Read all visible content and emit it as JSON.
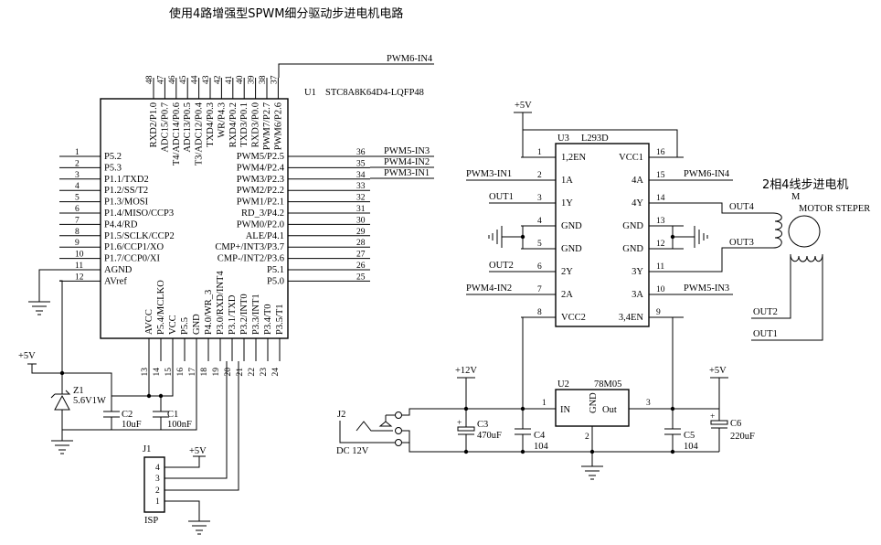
{
  "title": "使用4路增强型SPWM细分驱动步进电机电路",
  "u1": {
    "ref": "U1",
    "part": "STC8A8K64D4-LQFP48",
    "left": [
      {
        "num": "1",
        "label": "P5.2"
      },
      {
        "num": "2",
        "label": "P5.3"
      },
      {
        "num": "3",
        "label": "P1.1/TXD2"
      },
      {
        "num": "4",
        "label": "P1.2/SS/T2"
      },
      {
        "num": "5",
        "label": "P1.3/MOSI"
      },
      {
        "num": "6",
        "label": "P1.4/MISO/CCP3"
      },
      {
        "num": "7",
        "label": "P4.4/RD"
      },
      {
        "num": "8",
        "label": "P1.5/SCLK/CCP2"
      },
      {
        "num": "9",
        "label": "P1.6/CCP1/XO"
      },
      {
        "num": "10",
        "label": "P1.7/CCP0/XI"
      },
      {
        "num": "11",
        "label": "AGND"
      },
      {
        "num": "12",
        "label": "AVref"
      }
    ],
    "right": [
      {
        "num": "36",
        "label": "PWM5/P2.5"
      },
      {
        "num": "35",
        "label": "PWM4/P2.4"
      },
      {
        "num": "34",
        "label": "PWM3/P2.3"
      },
      {
        "num": "33",
        "label": "PWM2/P2.2"
      },
      {
        "num": "32",
        "label": "PWM1/P2.1"
      },
      {
        "num": "31",
        "label": "RD_3/P4.2"
      },
      {
        "num": "30",
        "label": "PWM0/P2.0"
      },
      {
        "num": "29",
        "label": "ALE/P4.1"
      },
      {
        "num": "28",
        "label": "CMP+/INT3/P3.7"
      },
      {
        "num": "27",
        "label": "CMP-/INT2/P3.6"
      },
      {
        "num": "26",
        "label": "P5.1"
      },
      {
        "num": "25",
        "label": "P5.0"
      }
    ],
    "top": [
      {
        "num": "48",
        "label": "RXD2/P1.0"
      },
      {
        "num": "47",
        "label": "ADC15/P0.7"
      },
      {
        "num": "46",
        "label": "T4/ADC14/P0.6"
      },
      {
        "num": "45",
        "label": "ADC13/P0.5"
      },
      {
        "num": "44",
        "label": "T3/ADC12/P0.4"
      },
      {
        "num": "43",
        "label": "TXD4/P0.3"
      },
      {
        "num": "42",
        "label": "WR/P4.3"
      },
      {
        "num": "41",
        "label": "RXD4/P0.2"
      },
      {
        "num": "40",
        "label": "TXD3/P0.1"
      },
      {
        "num": "39",
        "label": "RXD3/P0.0"
      },
      {
        "num": "38",
        "label": "PWM7/P2.7"
      },
      {
        "num": "37",
        "label": "PWM6/P2.6"
      }
    ],
    "bottom": [
      {
        "num": "13",
        "label": "AVCC"
      },
      {
        "num": "14",
        "label": "P5.4/MCLKO"
      },
      {
        "num": "15",
        "label": "VCC"
      },
      {
        "num": "16",
        "label": "P5.5"
      },
      {
        "num": "17",
        "label": "GND"
      },
      {
        "num": "18",
        "label": "P4.0/WR_3"
      },
      {
        "num": "19",
        "label": "P3.0/RXD/INT4"
      },
      {
        "num": "20",
        "label": "P3.1/TXD"
      },
      {
        "num": "21",
        "label": "P3.2/INT0"
      },
      {
        "num": "22",
        "label": "P3.3/INT1"
      },
      {
        "num": "23",
        "label": "P3.4/T0"
      },
      {
        "num": "24",
        "label": "P3.5/T1"
      }
    ]
  },
  "u3": {
    "ref": "U3",
    "part": "L293D",
    "left": [
      {
        "num": "1",
        "label": "1,2EN"
      },
      {
        "num": "2",
        "label": "1A"
      },
      {
        "num": "3",
        "label": "1Y"
      },
      {
        "num": "4",
        "label": "GND"
      },
      {
        "num": "5",
        "label": "GND"
      },
      {
        "num": "6",
        "label": "2Y"
      },
      {
        "num": "7",
        "label": "2A"
      },
      {
        "num": "8",
        "label": "VCC2"
      }
    ],
    "right": [
      {
        "num": "16",
        "label": "VCC1"
      },
      {
        "num": "15",
        "label": "4A"
      },
      {
        "num": "14",
        "label": "4Y"
      },
      {
        "num": "13",
        "label": "GND"
      },
      {
        "num": "12",
        "label": "GND"
      },
      {
        "num": "11",
        "label": "3Y"
      },
      {
        "num": "10",
        "label": "3A"
      },
      {
        "num": "9",
        "label": "3,4EN"
      }
    ]
  },
  "u2": {
    "ref": "U2",
    "part": "78M05",
    "in_label": "IN",
    "gnd_label": "GND",
    "out_label": "Out",
    "in_num": "1",
    "gnd_num": "2",
    "out_num": "3"
  },
  "nets": {
    "pwm6_in4": "PWM6-IN4",
    "pwm5_in3": "PWM5-IN3",
    "pwm4_in2": "PWM4-IN2",
    "pwm3_in1": "PWM3-IN1",
    "out1": "OUT1",
    "out2": "OUT2",
    "out3": "OUT3",
    "out4": "OUT4"
  },
  "power": {
    "p5v": "+5V",
    "p12v": "+12V"
  },
  "motor": {
    "title": "2相4线步进电机",
    "ref": "M",
    "name": "MOTOR STEPER"
  },
  "parts": {
    "z1_ref": "Z1",
    "z1_val": "5.6V1W",
    "c2_ref": "C2",
    "c2_val": "10uF",
    "c1_ref": "C1",
    "c1_val": "100nF",
    "c3_ref": "C3",
    "c3_val": "470uF",
    "c4_ref": "C4",
    "c4_val": "104",
    "c5_ref": "C5",
    "c5_val": "104",
    "c6_ref": "C6",
    "c6_val": "220uF",
    "j2_ref": "J2",
    "j2_val": "DC 12V",
    "j1_ref": "J1",
    "j1_val": "ISP",
    "j1_pins": [
      "4",
      "3",
      "2",
      "1"
    ]
  }
}
